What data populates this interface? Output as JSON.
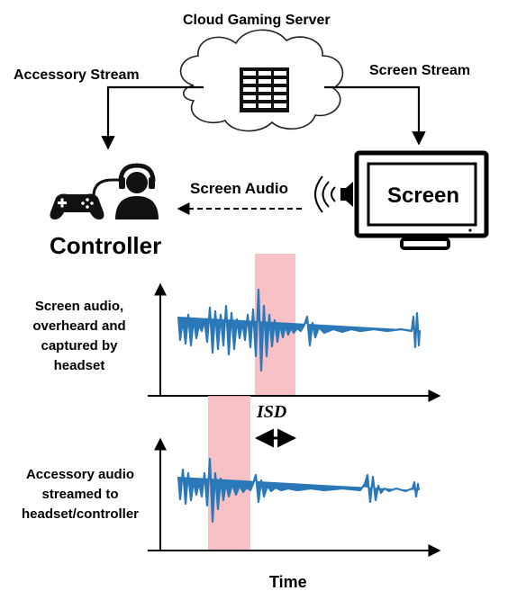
{
  "server": {
    "label": "Cloud Gaming Server",
    "icon": "server-rack-icon"
  },
  "streams": {
    "accessory": "Accessory Stream",
    "screen": "Screen Stream",
    "audio": "Screen Audio"
  },
  "controller": {
    "label": "Controller",
    "icons": [
      "gamepad-icon",
      "headset-user-icon"
    ]
  },
  "screen": {
    "label": "Screen",
    "icons": [
      "monitor-icon",
      "speaker-icon"
    ]
  },
  "plots": {
    "top_label": "Screen audio, overheard and captured by headset",
    "bottom_label": "Accessory audio streamed to headset/controller",
    "isd_label": "ISD",
    "time_label": "Time"
  },
  "colors": {
    "waveform": "#2b78b8",
    "highlight": "#f7b6bc",
    "text": "#000000"
  }
}
